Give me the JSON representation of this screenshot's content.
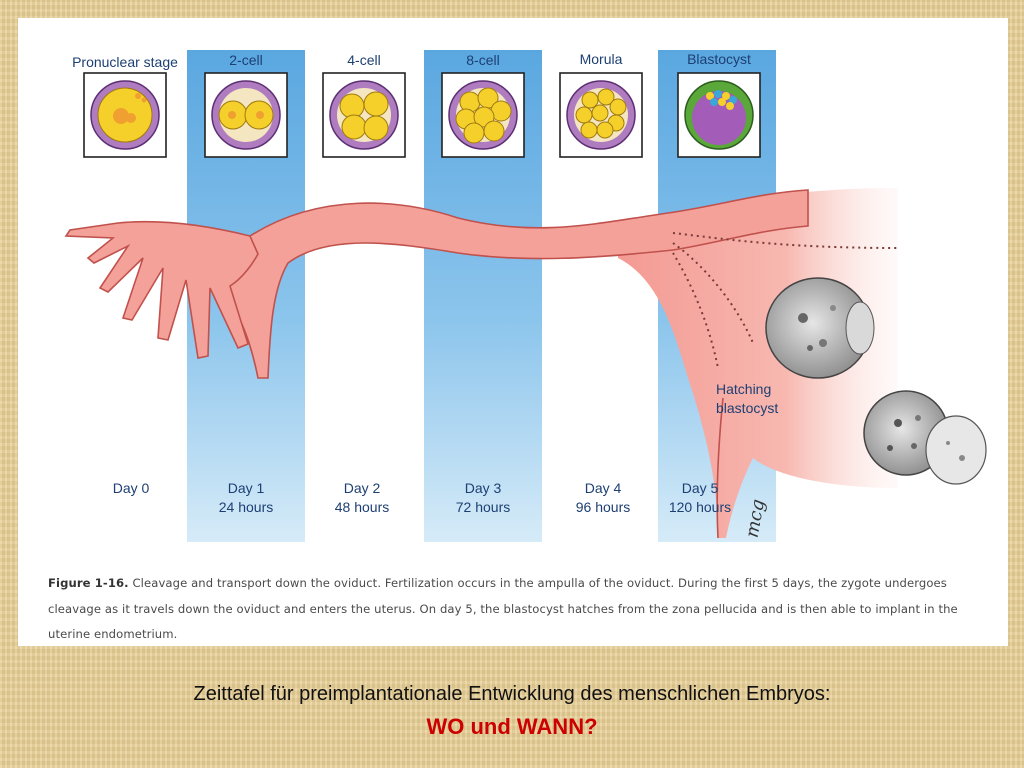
{
  "figure": {
    "stages": [
      {
        "label": "Pronuclear stage",
        "day": "Day 0",
        "hours": "",
        "shaded": false
      },
      {
        "label": "2-cell",
        "day": "Day 1",
        "hours": "24 hours",
        "shaded": true
      },
      {
        "label": "4-cell",
        "day": "Day 2",
        "hours": "48 hours",
        "shaded": false
      },
      {
        "label": "8-cell",
        "day": "Day 3",
        "hours": "72 hours",
        "shaded": true
      },
      {
        "label": "Morula",
        "day": "Day 4",
        "hours": "96 hours",
        "shaded": false
      },
      {
        "label": "Blastocyst",
        "day": "Day 5",
        "hours": "120 hours",
        "shaded": true
      }
    ],
    "hatching_label_line1": "Hatching",
    "hatching_label_line2": "blastocyst",
    "signature": "mcg",
    "caption_label": "Figure 1-16.",
    "caption_text": "Cleavage and transport down the oviduct. Fertilization occurs in the ampulla of the oviduct. During the first 5 days, the zygote undergoes cleavage as it travels down the oviduct and enters the uterus. On day 5, the blastocyst hatches from the zona pellucida and is then able to implant in the uterine endometrium."
  },
  "slide": {
    "title": "Zeittafel für preimplantationale Entwicklung des menschlichen Embryos:",
    "question": "WO und WANN?"
  },
  "colors": {
    "band_blue": "#6fb4e4",
    "oviduct_pink": "#f4a19a",
    "cell_yellow": "#f7d21e",
    "zona_purple": "#8c4f9e",
    "label_blue": "#1d3f73",
    "question_red": "#cc0000"
  }
}
